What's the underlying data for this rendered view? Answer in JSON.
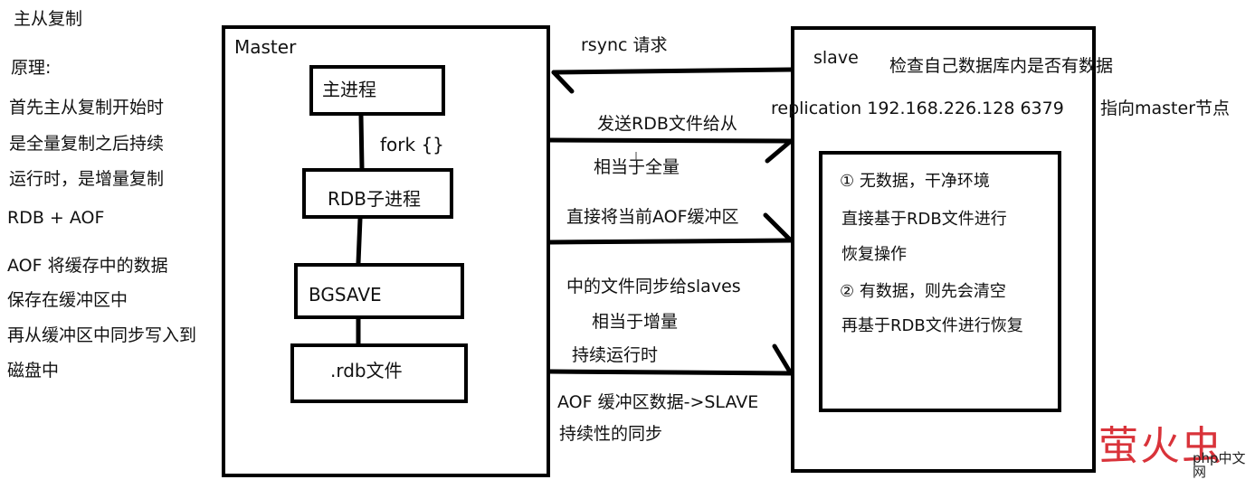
{
  "notes": {
    "title": "主从复制",
    "principle": "原理:",
    "line1": "首先主从复制开始时",
    "line2": "是全量复制之后持续",
    "line3": "运行时，是增量复制",
    "line4": "RDB + AOF",
    "line5": "AOF 将缓存中的数据",
    "line6": "保存在缓冲区中",
    "line7": "再从缓冲区中同步写入到",
    "line8": "磁盘中"
  },
  "master": {
    "label": "Master",
    "main_process": "主进程",
    "fork": "fork {}",
    "rdb_child": "RDB子进程",
    "bgsave": "BGSAVE",
    "rdb_file": ".rdb文件"
  },
  "flow": {
    "rsync": "rsync 请求",
    "send_rdb": "发送RDB文件给从",
    "full": "相当于全量",
    "aof_direct": "直接将当前AOF缓冲区",
    "sync_files": "中的文件同步给slaves",
    "incremental": "相当于增量",
    "running": "持续运行时",
    "aof_to_slave": "AOF 缓冲区数据->SLAVE",
    "continuous": "持续性的同步"
  },
  "slave": {
    "label": "slave",
    "check_db": "检查自己数据库内是否有数据",
    "replication": "replication 192.168.226.128 6379",
    "pointer": "指向master节点",
    "no_data": "① 无数据，干净环境",
    "restore_rdb": "直接基于RDB文件进行",
    "restore_op": "恢复操作",
    "has_data": "② 有数据，则先会清空",
    "then_restore": "再基于RDB文件进行恢复"
  },
  "watermark": {
    "brand": "萤火虫",
    "site": "php中文网"
  }
}
